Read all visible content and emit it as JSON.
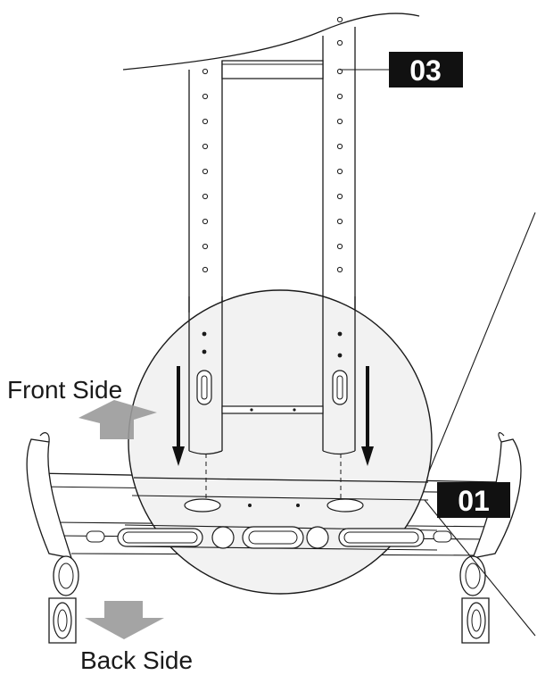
{
  "callouts": {
    "part_upright": "03",
    "part_base": "01"
  },
  "directions": {
    "front": "Front Side",
    "back": "Back Side"
  },
  "colors": {
    "line": "#1a1a1a",
    "tag_background": "#111111",
    "tag_text": "#ffffff",
    "arrow_gray": "#9a9a9a",
    "magnifier_fill": "#f2f2f2"
  },
  "icons": {
    "front_direction": "arrow-up-icon",
    "back_direction": "arrow-down-icon",
    "insert_direction": "arrow-down-icon"
  }
}
